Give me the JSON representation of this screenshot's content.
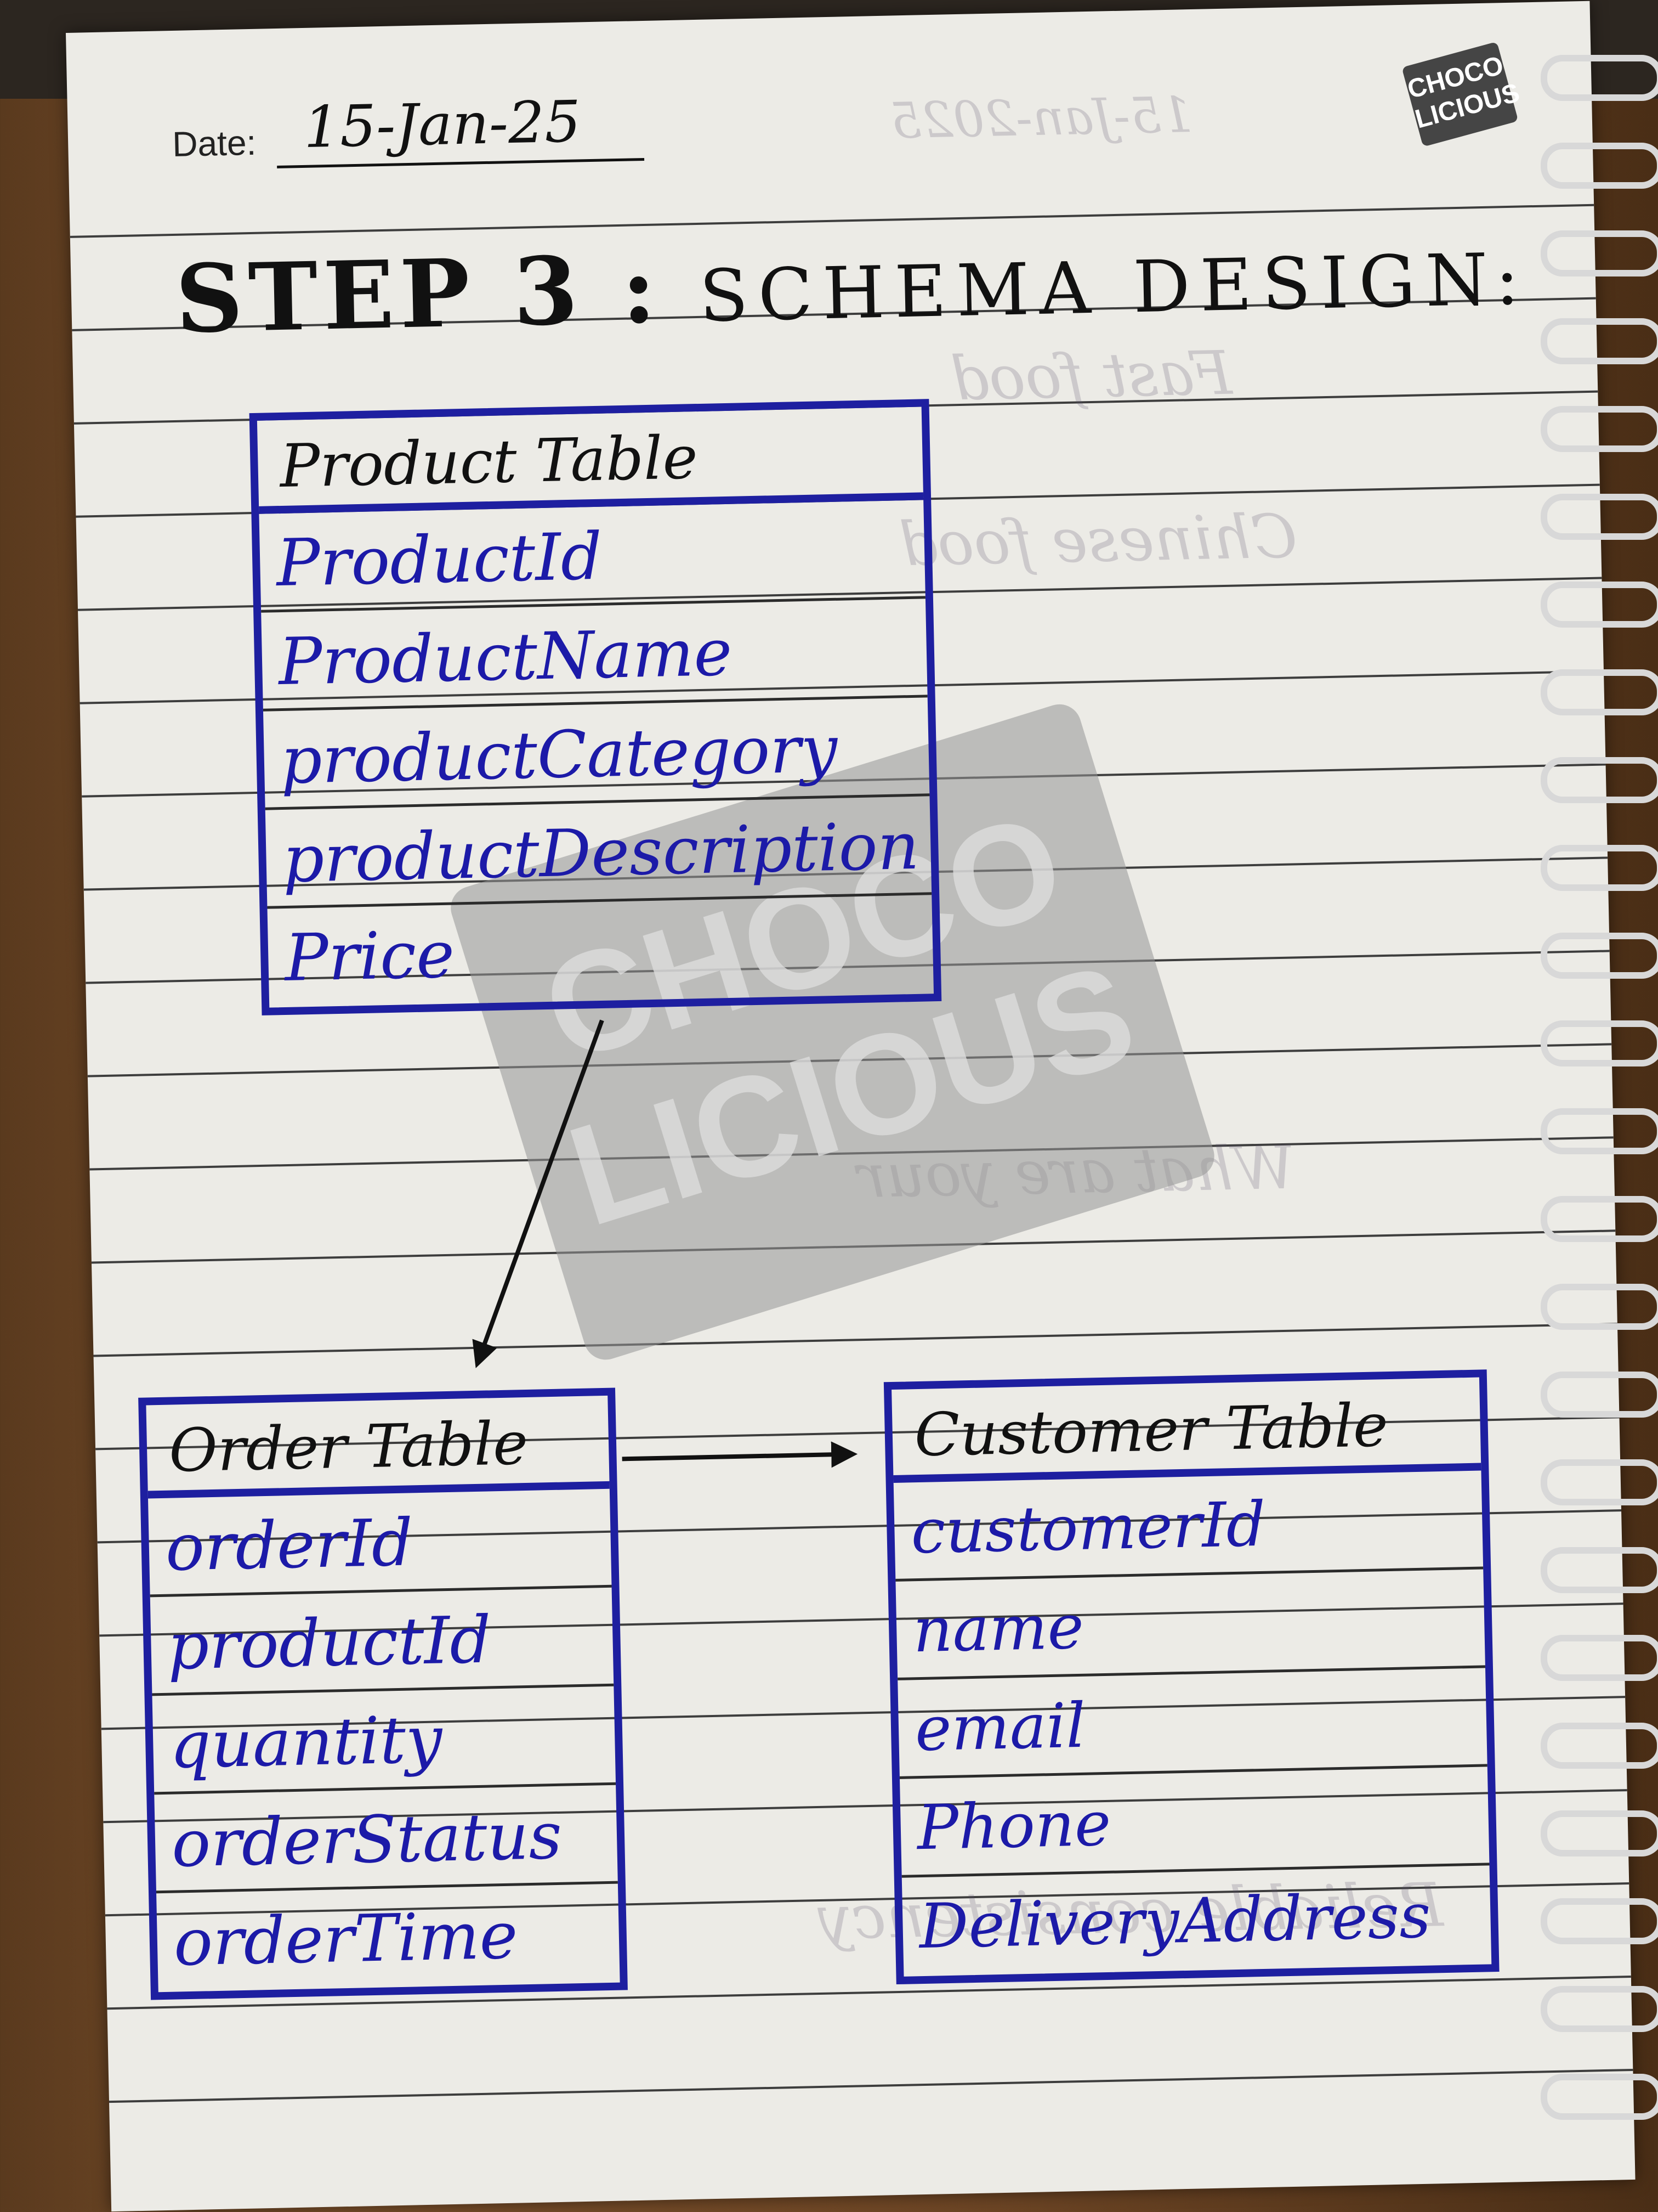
{
  "brand": {
    "logo_text": "CHOCO LICIOUS",
    "watermark_text": "CHOCO LICIOUS"
  },
  "date": {
    "label": "Date:",
    "value": "15-Jan-25"
  },
  "heading": {
    "step": "STEP 3 :",
    "title": "SCHEMA DESIGN:"
  },
  "tables": {
    "product": {
      "title": "Product Table",
      "fields": [
        "ProductId",
        "ProductName",
        "productCategory",
        "productDescription",
        "Price"
      ]
    },
    "order": {
      "title": "Order Table",
      "fields": [
        "orderId",
        "productId",
        "quantity",
        "orderStatus",
        "orderTime"
      ]
    },
    "customer": {
      "title": "Customer Table",
      "fields": [
        "customerId",
        "name",
        "email",
        "Phone",
        "DeliveryAddress"
      ]
    }
  },
  "colors": {
    "ink_blue": "#1e1fa0",
    "paper": "#ecebe6",
    "desk": "#6b4424"
  }
}
